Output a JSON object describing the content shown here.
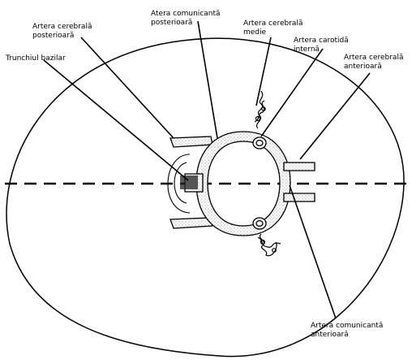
{
  "labels": {
    "posterior_cerebral": {
      "line1": "Artera cerebrală",
      "line2": "posterioară"
    },
    "posterior_communicating": {
      "line1": "Atera comunicantă",
      "line2": "posterioară"
    },
    "middle_cerebral": {
      "line1": "Artera cerebrală",
      "line2": "medie"
    },
    "internal_carotid": {
      "line1": "Artera carotidă",
      "line2": "internă"
    },
    "basilar_trunk": {
      "line1": "Trunchiul bazilar"
    },
    "anterior_cerebral": {
      "line1": "Artera cerebrală",
      "line2": "anterioară"
    },
    "anterior_communicating": {
      "line1": "Artera comunicantă",
      "line2": "anterioară"
    }
  },
  "colors": {
    "ink": "#000000",
    "paper": "#ffffff"
  }
}
